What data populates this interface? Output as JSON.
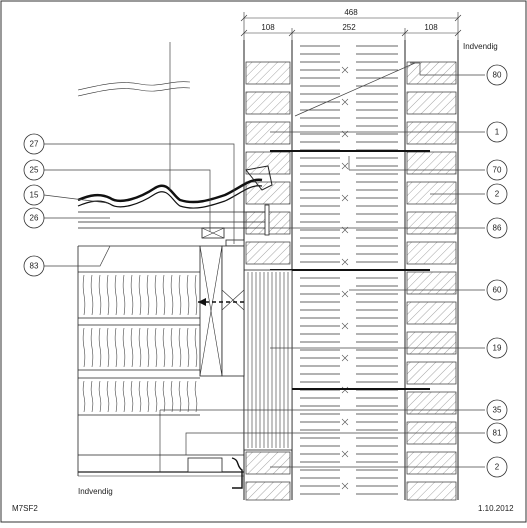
{
  "dimensions": {
    "total": "468",
    "left": "108",
    "middle": "252",
    "right": "108"
  },
  "labels": {
    "indvendig_top": "Indvendig",
    "indvendig_bottom": "Indvendig",
    "drawing_code": "M7SF2",
    "date": "1.10.2012"
  },
  "callouts": [
    {
      "id": "c80",
      "number": "80",
      "side": "right"
    },
    {
      "id": "c1",
      "number": "1",
      "side": "right"
    },
    {
      "id": "c70",
      "number": "70",
      "side": "right"
    },
    {
      "id": "c2a",
      "number": "2",
      "side": "right"
    },
    {
      "id": "c86",
      "number": "86",
      "side": "right"
    },
    {
      "id": "c60",
      "number": "60",
      "side": "right"
    },
    {
      "id": "c19",
      "number": "19",
      "side": "right"
    },
    {
      "id": "c35",
      "number": "35",
      "side": "right"
    },
    {
      "id": "c81",
      "number": "81",
      "side": "right"
    },
    {
      "id": "c2b",
      "number": "2",
      "side": "right"
    },
    {
      "id": "c27",
      "number": "27",
      "side": "left"
    },
    {
      "id": "c25",
      "number": "25",
      "side": "left"
    },
    {
      "id": "c15",
      "number": "15",
      "side": "left"
    },
    {
      "id": "c26",
      "number": "26",
      "side": "left"
    },
    {
      "id": "c83",
      "number": "83",
      "side": "left"
    }
  ]
}
